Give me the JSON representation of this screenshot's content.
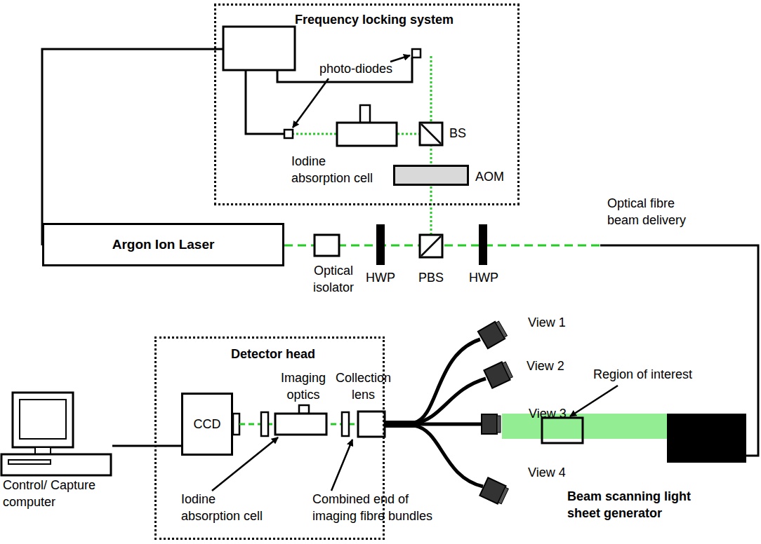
{
  "diagram": {
    "nodes": [
      {
        "text": [
          "Frequency locking system"
        ]
      },
      {
        "text": [
          "AOM"
        ],
        "in": 0
      },
      {
        "text": [
          "Argon Ion Laser"
        ]
      },
      {
        "text": [
          "Detector head"
        ]
      },
      {
        "text": [
          "CCD"
        ],
        "in": 3
      },
      {
        "text": [
          "Control/ Capture computer"
        ]
      },
      {
        "text": [
          "Beam scanning light sheet generator"
        ]
      }
    ],
    "edges": [
      {
        "from": 5,
        "to": 4,
        "arrow": "none"
      }
    ],
    "labels": [
      "photo-diodes",
      "BS",
      "Iodine absorption cell",
      "Optical fibre beam delivery",
      "Optical isolator",
      "HWP",
      "PBS",
      "HWP",
      "View 1",
      "View 2",
      "View 3",
      "View 4",
      "Region of interest",
      "Imaging optics",
      "Collection lens",
      "Iodine absorption cell",
      "Combined end of imaging fibre bundles"
    ]
  }
}
